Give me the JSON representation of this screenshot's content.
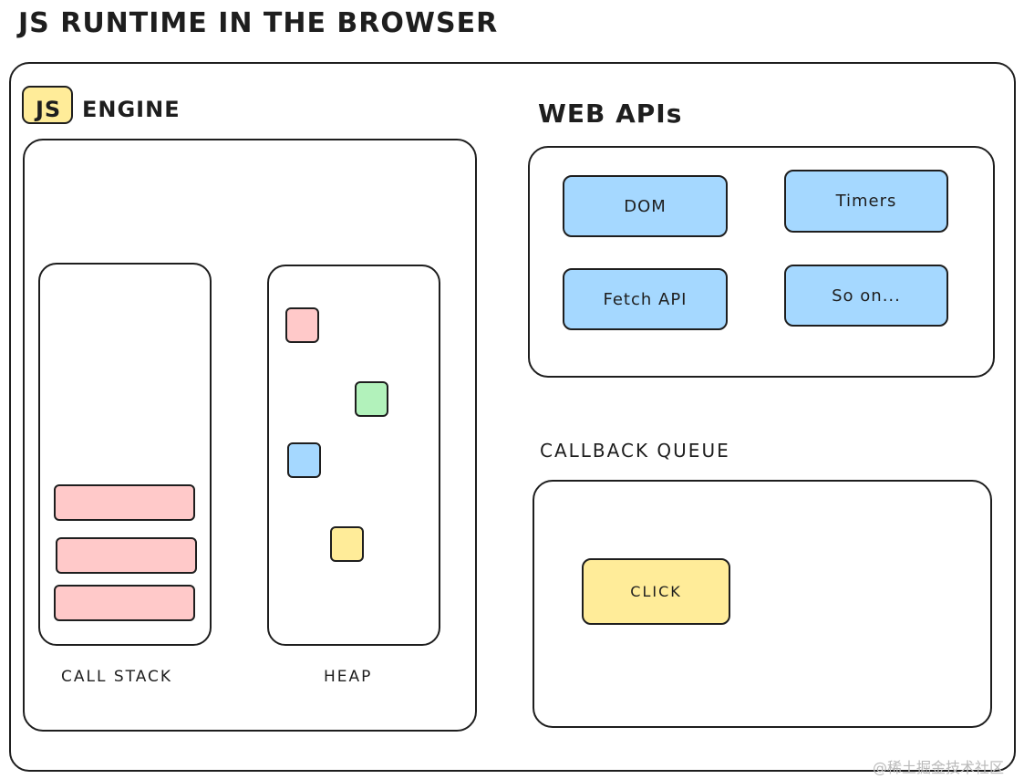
{
  "title": "JS RUNTIME IN THE BROWSER",
  "engine": {
    "badge": "JS",
    "label": "ENGINE",
    "call_stack_label": "CALL STACK",
    "heap_label": "HEAP"
  },
  "web_apis": {
    "title": "WEB APIs",
    "items": [
      "DOM",
      "Timers",
      "Fetch API",
      "So on..."
    ]
  },
  "callback_queue": {
    "title": "CALLBACK QUEUE",
    "item": "CLICK"
  },
  "watermark": "@稀土掘金技术社区",
  "colors": {
    "stroke": "#1e1e1e",
    "frame": "#ffc9c9",
    "api": "#a5d8ff",
    "yellow": "#ffec99",
    "green": "#b2f2bb",
    "blue": "#a5d8ff",
    "red": "#ffc9c9"
  }
}
